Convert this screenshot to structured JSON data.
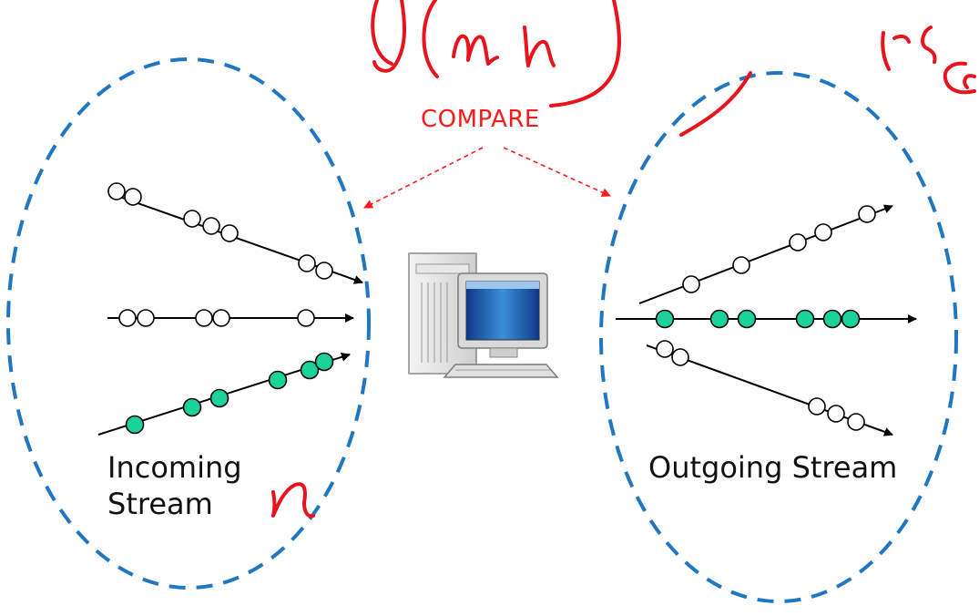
{
  "labels": {
    "compare": "COMPARE",
    "incoming_line1": "Incoming",
    "incoming_line2": "Stream",
    "outgoing": "Outgoing Stream"
  },
  "handwriting": {
    "top_formula": "O(mn)",
    "n_mark": "n",
    "right_edge_scrawl": "Res Co"
  },
  "icons": {
    "center": "desktop-computer-icon"
  },
  "colors": {
    "ellipse_stroke": "#1f77c4",
    "compare_text": "#ff1a1a",
    "handwriting": "#e8131c",
    "filled_dot": "#1bd39a",
    "empty_dot": "#ffffff",
    "line": "#000000"
  }
}
